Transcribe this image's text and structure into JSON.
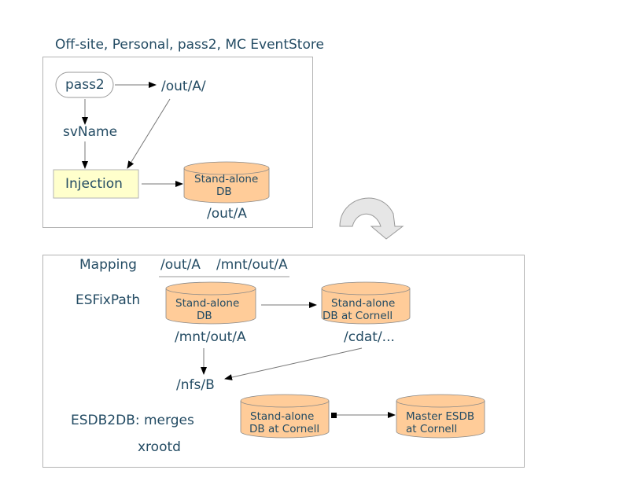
{
  "top_panel": {
    "title": "Off-site, Personal, pass2, MC EventStore",
    "nodes": {
      "pass2": "pass2",
      "out_a_slash": "/out/A/",
      "svname": "svName",
      "injection": "Injection",
      "standalone_db_line1": "Stand-alone",
      "standalone_db_line2": "DB",
      "out_a": "/out/A"
    }
  },
  "transition_arrow": {
    "icon": "curved-arrow-down-icon"
  },
  "bottom_panel": {
    "mapping_label": "Mapping",
    "mapping_from": "/out/A",
    "mapping_to": "/mnt/out/A",
    "esfixpath_label": "ESFixPath",
    "db1_line1": "Stand-alone",
    "db1_line2": "DB",
    "db1_path": "/mnt/out/A",
    "db2_line1": "Stand-alone",
    "db2_line2": "DB at Cornell",
    "db2_path": "/cdat/...",
    "nfs_path": "/nfs/B",
    "esdb2db_label": "ESDB2DB: merges",
    "xrootd_label": "xrootd",
    "db3_line1": "Stand-alone",
    "db3_line2": "DB at Cornell",
    "db4_line1": "Master ESDB",
    "db4_line2": "at Cornell"
  },
  "colors": {
    "text": "#234b63",
    "db_fill": "#ffcc99",
    "injection_fill": "#ffffcc",
    "frame_border": "#b3b3b3",
    "arrow_fill": "#e6e6e6"
  }
}
